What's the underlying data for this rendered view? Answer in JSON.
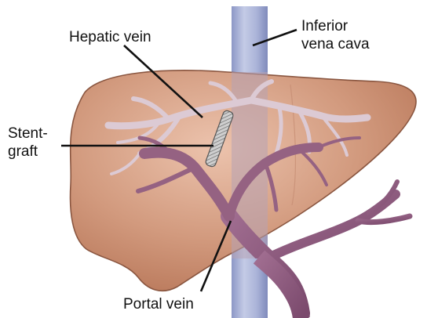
{
  "labels": {
    "hepatic_vein": "Hepatic vein",
    "inferior_vena_cava_line1": "Inferior",
    "inferior_vena_cava_line2": "vena cava",
    "stent_graft_line1": "Stent-",
    "stent_graft_line2": "graft",
    "portal_vein": "Portal vein"
  },
  "colors": {
    "liver": "#c9876a",
    "liver_highlight": "#e7b9a2",
    "liver_outline": "#7c4a35",
    "vena_cava": "#a9b2d6",
    "vena_cava_edge": "#7a86b8",
    "hepatic_vein": "#d9c4cf",
    "portal_vein": "#8e5a7e",
    "stent": "#8c8c8c",
    "leader_line": "#111111"
  }
}
